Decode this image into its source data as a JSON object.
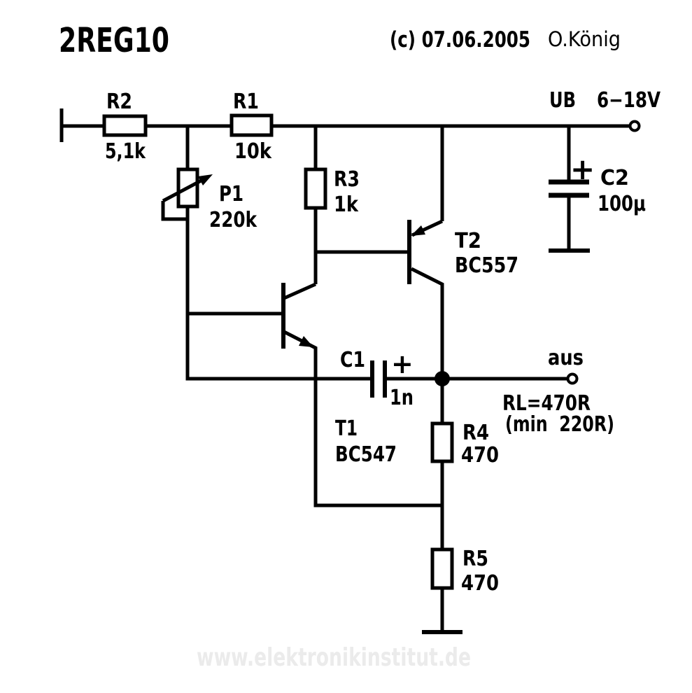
{
  "header": {
    "title": "2REG10",
    "copyright": "(c) 07.06.2005",
    "author": "O.König"
  },
  "power": {
    "name": "UB",
    "range": "6−18V"
  },
  "output": {
    "name": "aus",
    "load": "RL=470R",
    "load_min": "(min  220R)"
  },
  "components": {
    "r2": {
      "ref": "R2",
      "value": "5,1k"
    },
    "r1": {
      "ref": "R1",
      "value": "10k"
    },
    "p1": {
      "ref": "P1",
      "value": "220k"
    },
    "r3": {
      "ref": "R3",
      "value": "1k"
    },
    "t2": {
      "ref": "T2",
      "value": "BC557"
    },
    "t1": {
      "ref": "T1",
      "value": "BC547"
    },
    "c2": {
      "ref": "C2",
      "value": "100µ",
      "polarity": "+"
    },
    "c1": {
      "ref": "C1",
      "value": "1n",
      "polarity": "+"
    },
    "r4": {
      "ref": "R4",
      "value": "470"
    },
    "r5": {
      "ref": "R5",
      "value": "470"
    }
  },
  "watermark": "www.elektronikinstitut.de",
  "colors": {
    "ink": "#000000",
    "background": "#ffffff",
    "watermark": "#ebebeb"
  }
}
